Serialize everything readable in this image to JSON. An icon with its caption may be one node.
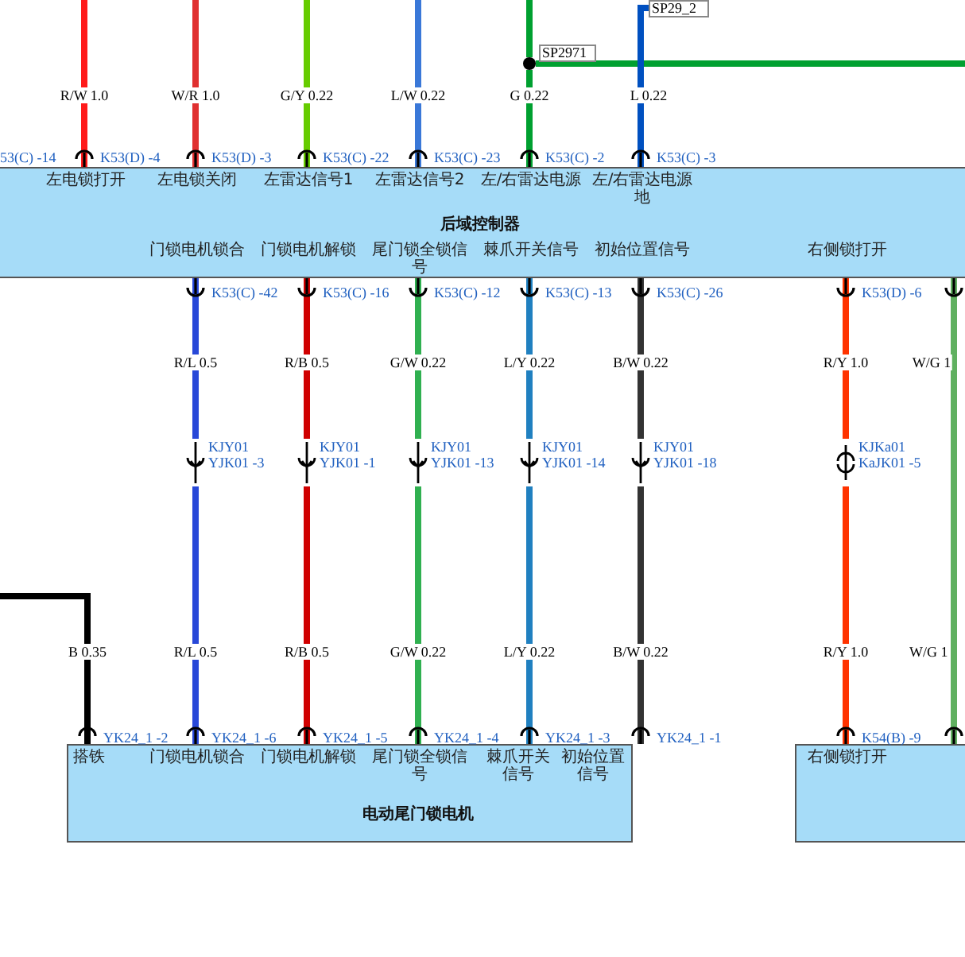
{
  "diagram": {
    "nodes": [
      {
        "text": [
          "后域控制器",
          "左电锁打开",
          "左电锁关闭",
          "左雷达信号1",
          "左雷达信号2",
          "左/右雷达电源",
          "左/右雷达电源地",
          "门锁电机锁合",
          "门锁电机解锁",
          "尾门锁全锁信号",
          "棘爪开关信号",
          "初始位置信号",
          "右侧锁打开"
        ]
      },
      {
        "text": [
          "电动尾门锁电机",
          "搭铁",
          "门锁电机锁合",
          "门锁电机解锁",
          "尾门锁全锁信号",
          "棘爪开关信号",
          "初始位置信号"
        ]
      },
      {
        "text": [
          "右侧锁打开"
        ]
      },
      {
        "text": [],
        "shape": "circle"
      },
      {
        "text": [
          "KJY01 YJK01 -3"
        ]
      },
      {
        "text": [
          "KJY01 YJK01 -1"
        ]
      },
      {
        "text": [
          "KJY01 YJK01 -13"
        ]
      },
      {
        "text": [
          "KJY01 YJK01 -14"
        ]
      },
      {
        "text": [
          "KJY01 YJK01 -18"
        ]
      },
      {
        "text": [
          "KJKa01 KaJK01 -5"
        ]
      },
      {
        "text": [
          "SP29_2"
        ]
      },
      {
        "text": [
          "SP2971"
        ]
      }
    ],
    "edges": [
      {
        "from": null,
        "to": 0,
        "arrow": "none",
        "label": "R/W 1.0",
        "color": "#ff1a1a"
      },
      {
        "from": null,
        "to": 0,
        "arrow": "none",
        "label": "W/R 1.0",
        "color": "#e03030"
      },
      {
        "from": null,
        "to": 0,
        "arrow": "none",
        "label": "G/Y 0.22",
        "color": "#66cc00"
      },
      {
        "from": null,
        "to": 0,
        "arrow": "none",
        "label": "L/W 0.22",
        "color": "#3a78d8"
      },
      {
        "from": null,
        "to": 3,
        "arrow": "none",
        "color": "#00a030"
      },
      {
        "from": 3,
        "to": 0,
        "arrow": "none",
        "label": "G 0.22",
        "color": "#00a030"
      },
      {
        "from": 3,
        "to": null,
        "arrow": "none",
        "color": "#00a030"
      },
      {
        "from": 10,
        "to": 0,
        "arrow": "none",
        "label": "L 0.22",
        "color": "#0050c0"
      },
      {
        "from": 0,
        "to": 4,
        "arrow": "none",
        "label": "R/L 0.5",
        "color": "#2848d8"
      },
      {
        "from": 4,
        "to": 1,
        "arrow": "none",
        "label": "R/L 0.5",
        "color": "#2848d8"
      },
      {
        "from": 0,
        "to": 5,
        "arrow": "none",
        "label": "R/B 0.5",
        "color": "#d00000"
      },
      {
        "from": 5,
        "to": 1,
        "arrow": "none",
        "label": "R/B 0.5",
        "color": "#d00000"
      },
      {
        "from": 0,
        "to": 6,
        "arrow": "none",
        "label": "G/W 0.22",
        "color": "#30b050"
      },
      {
        "from": 6,
        "to": 1,
        "arrow": "none",
        "label": "G/W 0.22",
        "color": "#30b050"
      },
      {
        "from": 0,
        "to": 7,
        "arrow": "none",
        "label": "L/Y 0.22",
        "color": "#2080c0"
      },
      {
        "from": 7,
        "to": 1,
        "arrow": "none",
        "label": "L/Y 0.22",
        "color": "#2080c0"
      },
      {
        "from": 0,
        "to": 8,
        "arrow": "none",
        "label": "B/W 0.22",
        "color": "#333333"
      },
      {
        "from": 8,
        "to": 1,
        "arrow": "none",
        "label": "B/W 0.22",
        "color": "#333333"
      },
      {
        "from": 0,
        "to": 9,
        "arrow": "none",
        "label": "R/Y 1.0",
        "color": "#ff3300"
      },
      {
        "from": 9,
        "to": 2,
        "arrow": "none",
        "label": "R/Y 1.0",
        "color": "#ff3300"
      },
      {
        "from": 0,
        "to": 2,
        "arrow": "none",
        "label": "W/G 1",
        "color": "#60b060"
      },
      {
        "from": 1,
        "to": null,
        "arrow": "none",
        "label": "B 0.35",
        "color": "#000000"
      }
    ],
    "labels": [
      "53(C) -14",
      "K53(D) -4",
      "K53(D) -3",
      "K53(C) -22",
      "K53(C) -23",
      "K53(C) -2",
      "K53(C) -3",
      "K53(C) -42",
      "K53(C) -16",
      "K53(C) -12",
      "K53(C) -13",
      "K53(C) -26",
      "K53(D) -6",
      "W/G 1",
      "YK24_1 -2",
      "YK24_1 -6",
      "YK24_1 -5",
      "YK24_1 -4",
      "YK24_1 -3",
      "YK24_1 -1",
      "K54(B) -9"
    ]
  }
}
